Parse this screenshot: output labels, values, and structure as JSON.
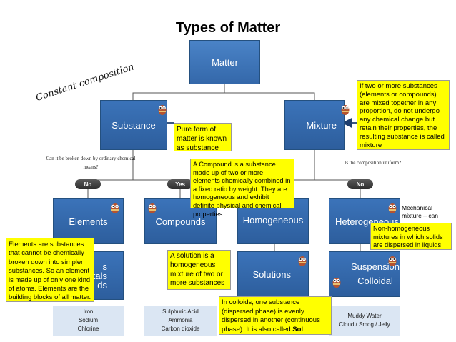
{
  "title": "Types of Matter",
  "handwriting": "Constant composition",
  "nodes": {
    "matter": "Matter",
    "substance": "Substance",
    "mixture": "Mixture",
    "elements": "Elements",
    "compounds": "Compounds",
    "homogeneous": "Homogeneous",
    "heterogeneous": "Heterogeneous",
    "solutions": "Solutions",
    "suspension": "Suspension",
    "colloidal": "Colloidal",
    "metals_partial": "s",
    "nonmetals_partial": "tals",
    "metalloids_partial": "ds"
  },
  "questions": {
    "substance": [
      "Can it be broken down by ordinary chemical",
      "means?"
    ],
    "mixture": "Is the composition uniform?"
  },
  "badges": {
    "no_left": "No",
    "yes": "Yes",
    "no_right": "No"
  },
  "examples": {
    "elements": [
      "Iron",
      "Sodium",
      "Chlorine"
    ],
    "compounds": [
      "Sulphuric Acid",
      "Ammonia",
      "Carbon dioxide"
    ],
    "heterogeneous": [
      "Muddy Water",
      "Cloud / Smog / Jelly"
    ]
  },
  "notes": {
    "substance": "Pure form of matter is known as substance",
    "mixture": "If two or more substances (elements or compounds) are mixed together in any proportion, do not undergo any chemical change but retain their properties, the resulting substance is called mixture",
    "compound": "A Compound is a substance made up of two or more elements chemically combined in a fixed ratio by weight. They are homogeneous and exhibit definite physical and chemical properties",
    "elements": "Elements are substances that cannot be chemically broken down into simpler substances. So an element is made up of only one kind of atoms. Elements are the building blocks of all matter.",
    "solution": "A solution is a homogeneous mixture of two or more substances",
    "non_homogeneous": "Non-homogeneous mixtures in which solids are dispersed in liquids",
    "mechanical": "Mechanical mixture – can",
    "colloid_text": "In colloids, one substance (dispersed phase) is evenly dispersed in another (continuous phase). It is also called",
    "colloid_bold": "Sol"
  },
  "colors": {
    "box": "#2d5e9d",
    "note": "#ffff00",
    "example_bg": "#dbe6f3"
  }
}
